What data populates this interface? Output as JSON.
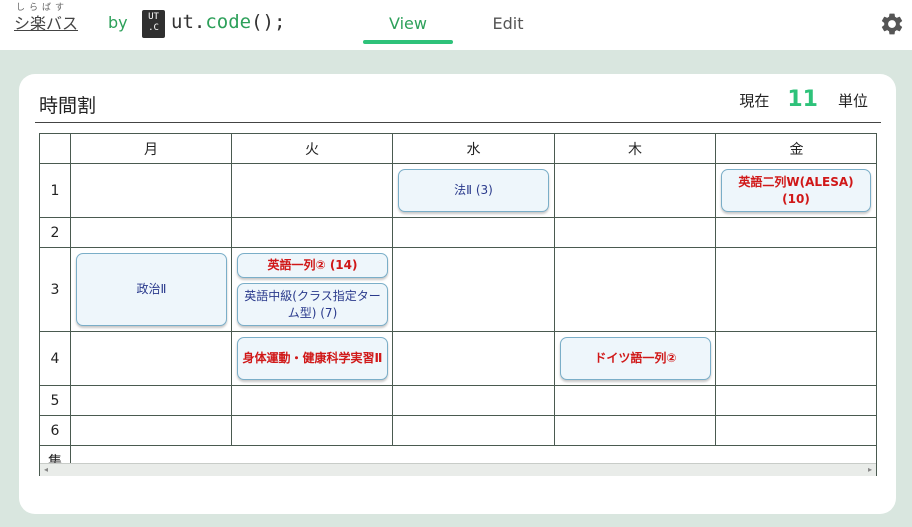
{
  "header": {
    "logo_ruby": "しらばす",
    "logo_text": "シ楽バス",
    "by": "by",
    "utc_mark_top": "UT",
    "utc_mark_bottom": ".C",
    "utc_name_prefix": "ut.",
    "utc_name_code": "code",
    "utc_name_suffix": "();",
    "tabs": {
      "view": "View",
      "edit": "Edit"
    },
    "active_tab": "View",
    "settings_icon": "gear-icon"
  },
  "timetable": {
    "title": "時間割",
    "credits_label_before": "現在",
    "credits_value": "11",
    "credits_label_after": "単位",
    "days": [
      "月",
      "火",
      "水",
      "木",
      "金"
    ],
    "periods": [
      "1",
      "2",
      "3",
      "4",
      "5",
      "6"
    ],
    "shuchu_label": "集",
    "courses": [
      {
        "name": "法Ⅱ (3)",
        "required": false
      },
      {
        "name": "英語二列W(ALESA) (10)",
        "required": true
      },
      {
        "name": "政治Ⅱ",
        "required": false
      },
      {
        "name": "英語一列② (14)",
        "required": true
      },
      {
        "name": "英語中級(クラス指定ターム型) (7)",
        "required": false
      },
      {
        "name": "身体運動・健康科学実習Ⅱ",
        "required": true
      },
      {
        "name": "ドイツ語一列②",
        "required": true
      }
    ],
    "scroll_left_icon": "◂",
    "scroll_right_icon": "▸"
  },
  "colors": {
    "accent": "#2ec27a",
    "background": "#d9e6df",
    "required_course": "#d01818",
    "normal_course": "#2a3a8c"
  }
}
